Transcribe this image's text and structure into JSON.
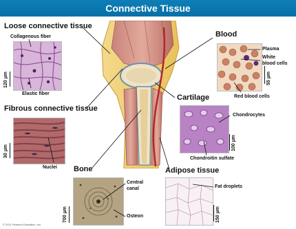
{
  "title": "Connective Tissue",
  "labels": {
    "loose": "Loose connective tissue",
    "collagenous": "Collagenous fiber",
    "elastic": "Elastic fiber",
    "fibrous": "Fibrous connective tissue",
    "nuclei": "Nuclei",
    "bone": "Bone",
    "central_canal_1": "Central",
    "central_canal_2": "canal",
    "osteon": "Osteon",
    "blood": "Blood",
    "plasma": "Plasma",
    "wbc_1": "White",
    "wbc_2": "blood cells",
    "rbc": "Red blood cells",
    "cartilage": "Cartilage",
    "chondrocytes": "Chondrocytes",
    "chondroitin": "Chondroitin sulfate",
    "adipose": "Adipose tissue",
    "fat": "Fat droplets"
  },
  "scales": {
    "loose": "120 µm",
    "fibrous": "30 µm",
    "bone": "700 µm",
    "blood": "55 µm",
    "cartilage": "100 µm",
    "adipose": "150 µm"
  },
  "copyright": "© 2011 Pearson Education, Inc."
}
